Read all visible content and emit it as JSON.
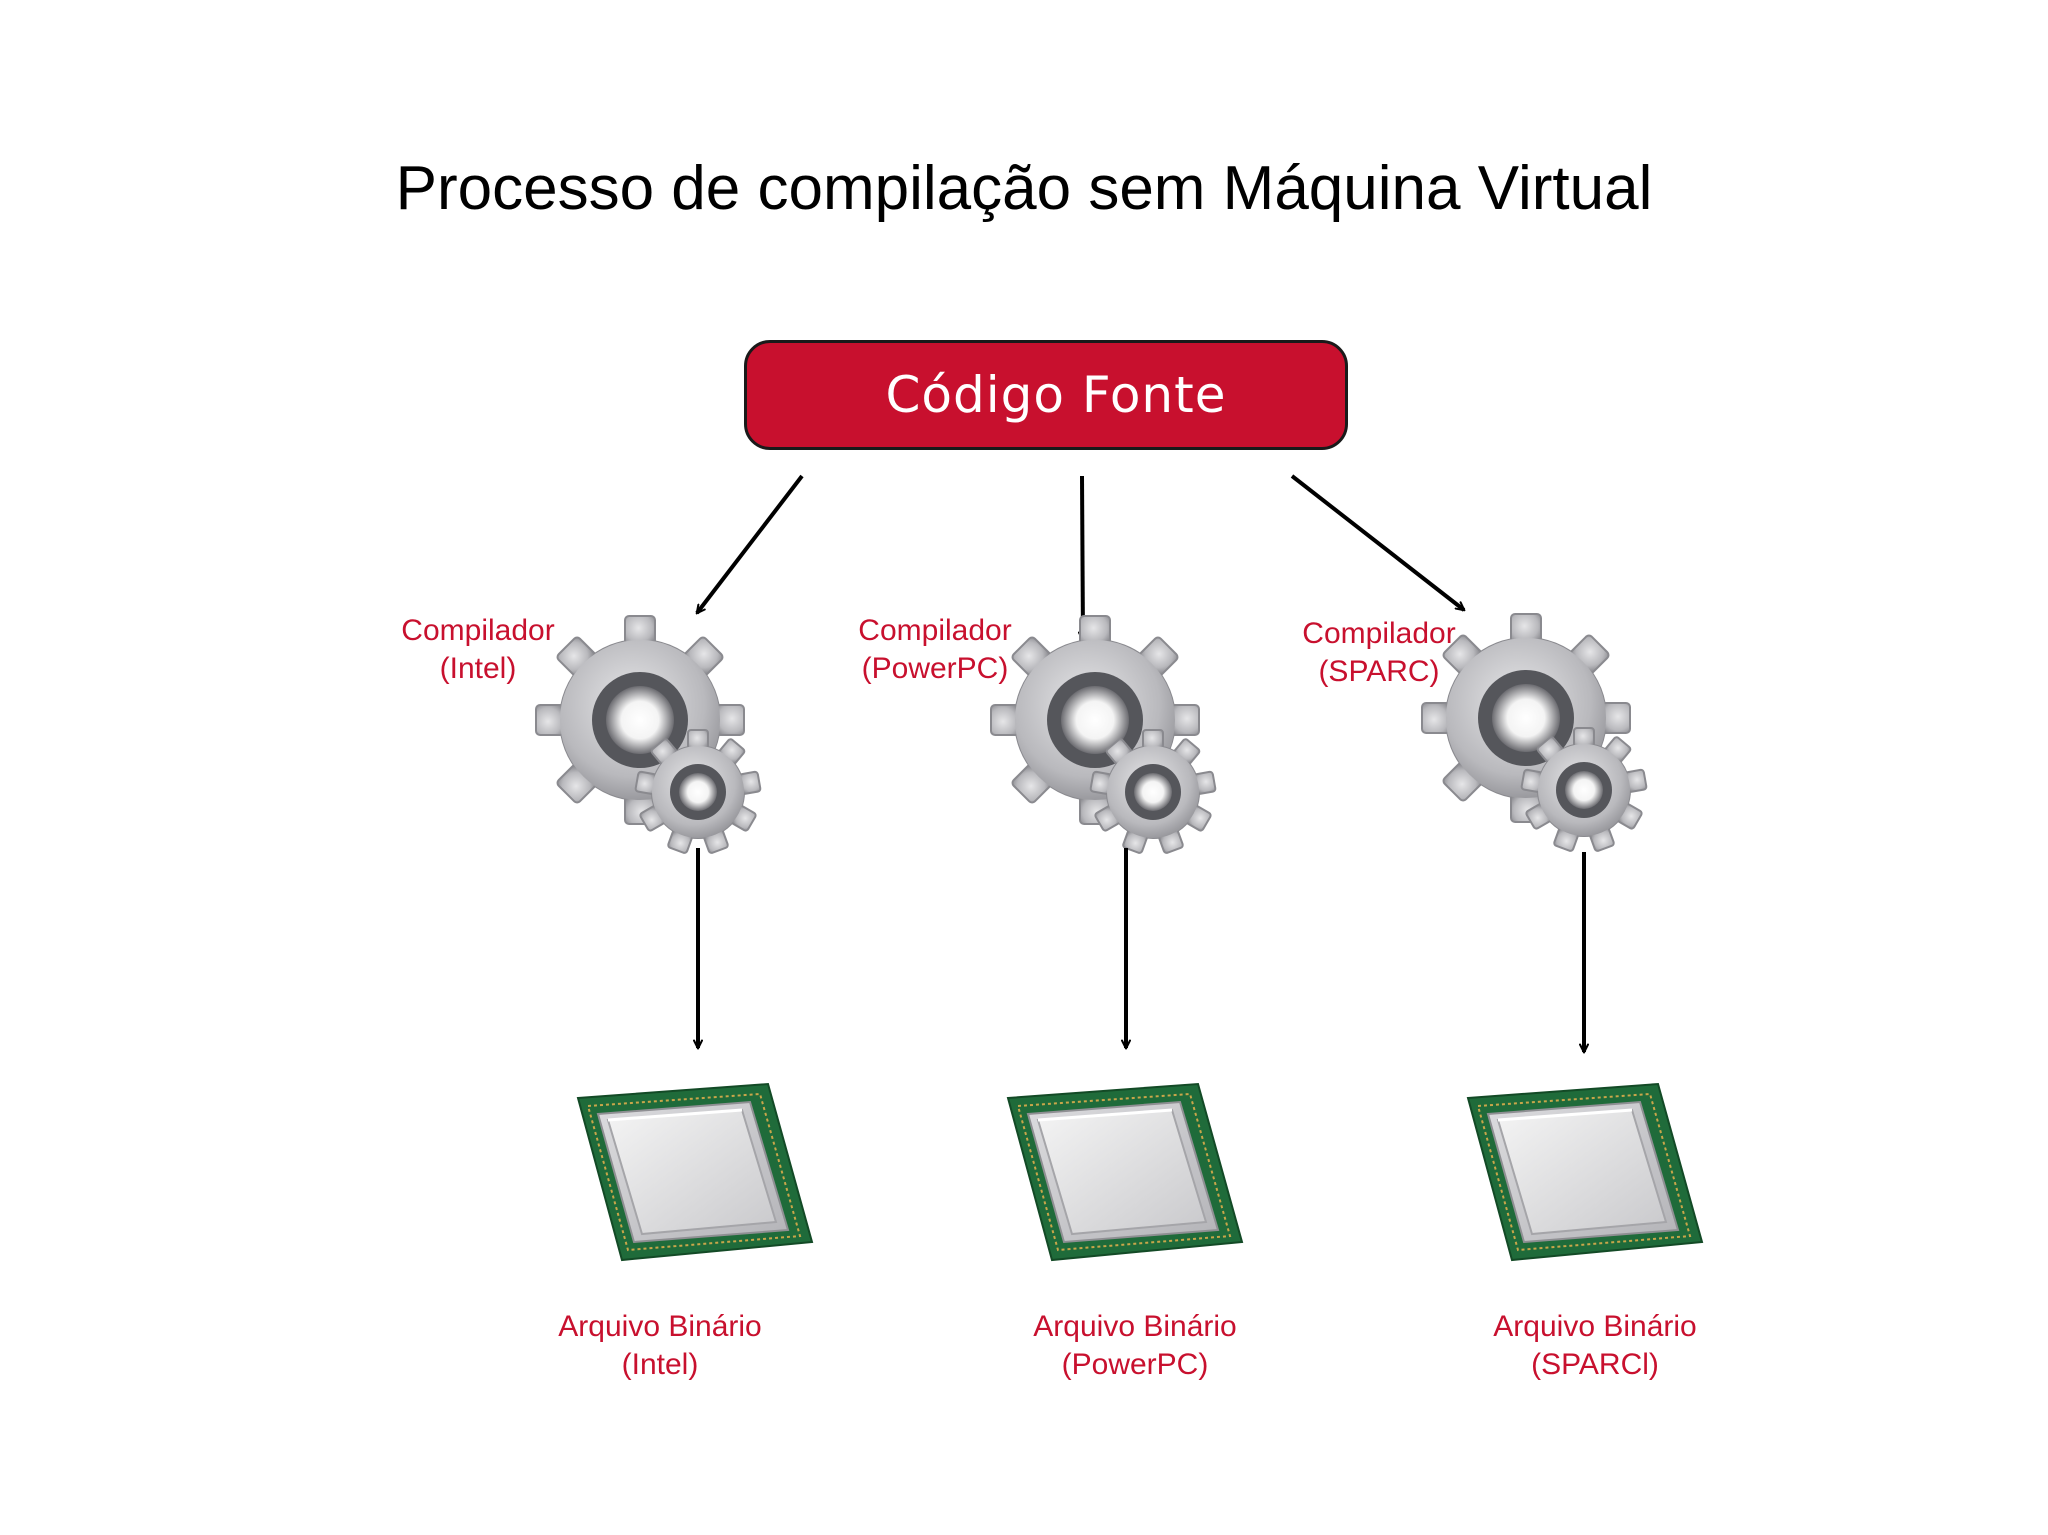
{
  "title": "Processo de compilação sem Máquina Virtual",
  "source": {
    "label": "Código Fonte",
    "fill": "#c8102e"
  },
  "compilers": [
    {
      "line1": "Compilador",
      "line2": "(Intel)"
    },
    {
      "line1": "Compilador",
      "line2": "(PowerPC)"
    },
    {
      "line1": "Compilador",
      "line2": "(SPARC)"
    }
  ],
  "outputs": [
    {
      "line1": "Arquivo Binário",
      "line2": "(Intel)"
    },
    {
      "line1": "Arquivo Binário",
      "line2": "(PowerPC)"
    },
    {
      "line1": "Arquivo Binário",
      "line2": "(SPARCl)"
    }
  ],
  "icons": {
    "compiler": "gears-icon",
    "output": "cpu-chip-icon"
  },
  "colors": {
    "label_red": "#c8102e",
    "arrow": "#000000"
  }
}
